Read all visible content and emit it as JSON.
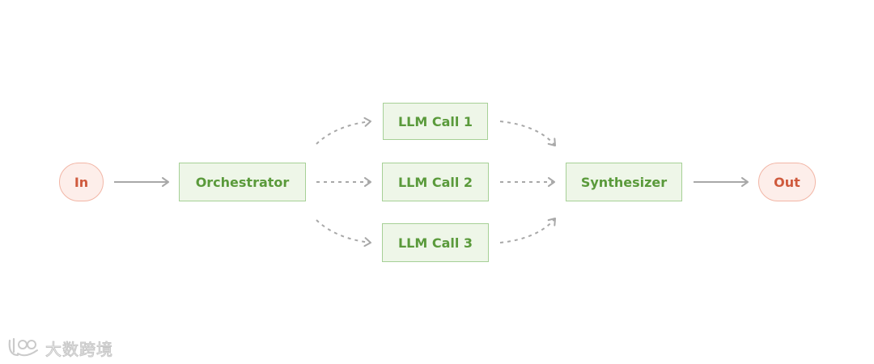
{
  "colors": {
    "terminal_fill": "#fdeeea",
    "terminal_border": "#f2b6a6",
    "terminal_text": "#cf5a3d",
    "box_fill": "#eef6e8",
    "box_border": "#a6d096",
    "box_text": "#5a9a3b",
    "arrow": "#a8a8a8"
  },
  "nodes": {
    "in": "In",
    "orchestrator": "Orchestrator",
    "llm_call_1": "LLM Call 1",
    "llm_call_2": "LLM Call 2",
    "llm_call_3": "LLM Call 3",
    "synthesizer": "Synthesizer",
    "out": "Out"
  },
  "edges": [
    {
      "from": "In",
      "to": "Orchestrator",
      "style": "solid"
    },
    {
      "from": "Orchestrator",
      "to": "LLM Call 1",
      "style": "dashed"
    },
    {
      "from": "Orchestrator",
      "to": "LLM Call 2",
      "style": "dashed"
    },
    {
      "from": "Orchestrator",
      "to": "LLM Call 3",
      "style": "dashed"
    },
    {
      "from": "LLM Call 1",
      "to": "Synthesizer",
      "style": "dashed"
    },
    {
      "from": "LLM Call 2",
      "to": "Synthesizer",
      "style": "dashed"
    },
    {
      "from": "LLM Call 3",
      "to": "Synthesizer",
      "style": "dashed"
    },
    {
      "from": "Synthesizer",
      "to": "Out",
      "style": "solid"
    }
  ],
  "watermark": {
    "icon": "logo-icon",
    "text": "大数跨境"
  }
}
